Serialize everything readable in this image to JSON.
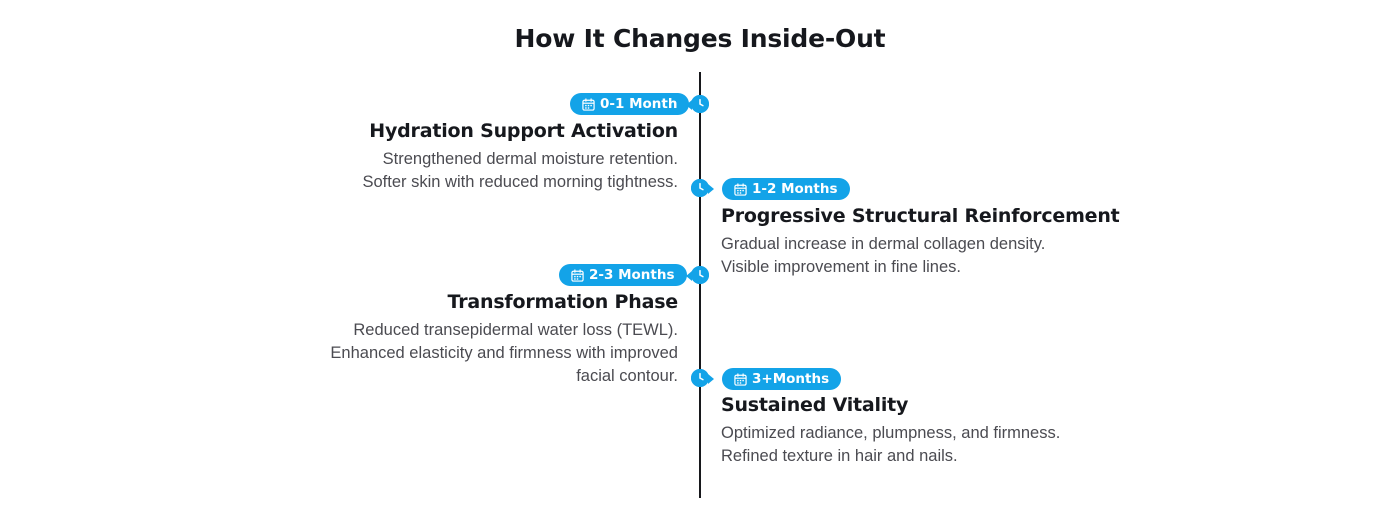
{
  "header": {
    "title": "How It Changes Inside-Out"
  },
  "theme": {
    "accent": "#13a3e8",
    "axis_color": "#17181c",
    "title_color": "#16181d",
    "body_color": "#4b4b51",
    "background": "#ffffff"
  },
  "timeline": {
    "marker_icon": "clock-icon",
    "badge_icon": "calendar-icon",
    "items": [
      {
        "badge": "0-1 Month",
        "side": "left",
        "title": "Hydration Support Activation",
        "lines": [
          "Strengthened dermal moisture retention.",
          "Softer skin with reduced morning tightness."
        ]
      },
      {
        "badge": "1-2 Months",
        "side": "right",
        "title": "Progressive Structural Reinforcement",
        "lines": [
          "Gradual increase in dermal collagen density.",
          "Visible improvement in fine lines."
        ]
      },
      {
        "badge": "2-3 Months",
        "side": "left",
        "title": "Transformation Phase",
        "lines": [
          "Reduced transepidermal water loss (TEWL).",
          "Enhanced elasticity and firmness with improved",
          "facial contour."
        ]
      },
      {
        "badge": "3+Months",
        "side": "right",
        "title": "Sustained Vitality",
        "lines": [
          "Optimized radiance, plumpness, and firmness.",
          "Refined texture in hair and nails."
        ]
      }
    ]
  }
}
